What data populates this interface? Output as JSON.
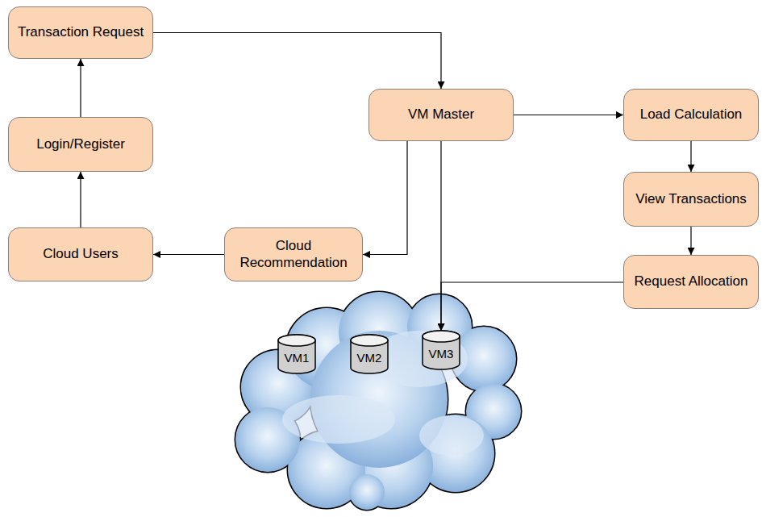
{
  "diagram": {
    "nodes": [
      {
        "text": [
          "Transaction Request"
        ]
      },
      {
        "text": [
          "Login/Register"
        ]
      },
      {
        "text": [
          "Cloud Users"
        ]
      },
      {
        "text": [
          "VM Master"
        ]
      },
      {
        "text": [
          "Load Calculation"
        ]
      },
      {
        "text": [
          "View Transactions"
        ]
      },
      {
        "text": [
          "Request Allocation"
        ]
      },
      {
        "text": [
          "Cloud Recommendation"
        ]
      },
      {
        "text": [
          "VM1"
        ]
      },
      {
        "text": [
          "VM2"
        ]
      },
      {
        "text": [
          "VM3"
        ]
      }
    ],
    "edges": [
      {
        "from": 2,
        "to": 1,
        "arrow": "to"
      },
      {
        "from": 1,
        "to": 0,
        "arrow": "to"
      },
      {
        "from": 0,
        "to": 3,
        "arrow": "to"
      },
      {
        "from": 3,
        "to": 4,
        "arrow": "to"
      },
      {
        "from": 4,
        "to": 5,
        "arrow": "to"
      },
      {
        "from": 5,
        "to": 6,
        "arrow": "to"
      },
      {
        "from": 3,
        "to": 7,
        "arrow": "to"
      },
      {
        "from": 7,
        "to": 2,
        "arrow": "to"
      },
      {
        "from": 3,
        "to": 10,
        "arrow": "to"
      },
      {
        "from": 6,
        "to": 10,
        "arrow": "to"
      }
    ]
  }
}
